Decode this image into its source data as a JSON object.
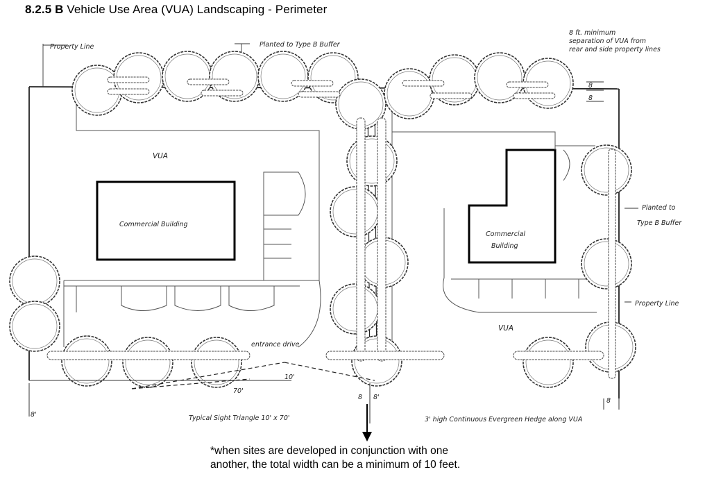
{
  "page": {
    "title_bold": "8.2.5 B",
    "title_text": "Vehicle Use Area (VUA) Landscaping - Perimeter"
  },
  "labels": {
    "property_line_top": "Property Line",
    "planted_type_b_top": "Planted to Type B Buffer",
    "separation_line1": "8 ft. minimum",
    "separation_line2": "separation of VUA from",
    "separation_line3": "rear and side property lines",
    "dim_8_a": "8",
    "dim_8_b": "8",
    "vua_left": "VUA",
    "commercial_left": "Commercial Building",
    "commercial_right_line1": "Commercial",
    "commercial_right_line2": "Building",
    "planted_to_right": "Planted to",
    "type_b_right": "Type B Buffer",
    "property_line_right": "Property Line",
    "vua_right": "VUA",
    "entrance_drive": "entrance drive",
    "dim_10": "10'",
    "dim_70": "70'",
    "dim_8_left": "8'",
    "dim_8_center_left": "8",
    "dim_8_center_right": "8'",
    "dim_8_right": "8",
    "sight_triangle": "Typical Sight Triangle 10' x 70'",
    "hedge_label": "3' high Continuous Evergreen Hedge along VUA"
  },
  "footnote": {
    "line1": "*when sites are developed in conjunction with one",
    "line2": "another, the total width can be a minimum of 10 feet."
  }
}
